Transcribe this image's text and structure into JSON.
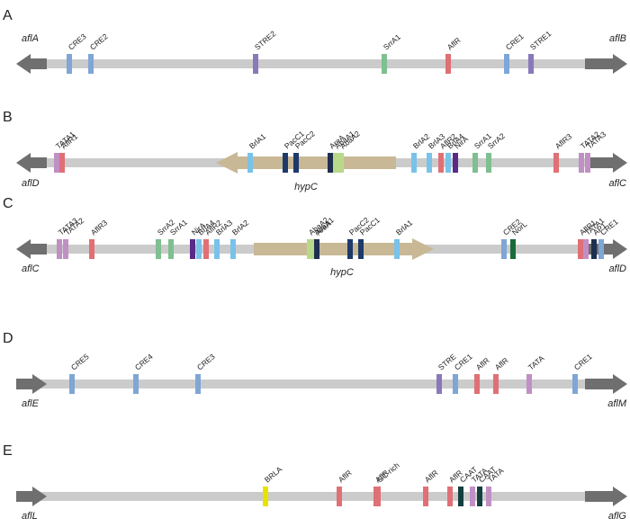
{
  "colors": {
    "line": "#cbcbcb",
    "gene_arrow": "#6f6f6f",
    "hyp_arrow": "#c8b896",
    "CRE": "#7fa6d6",
    "STRE": "#8a79b8",
    "SrrA": "#7fbf90",
    "AflR": "#e07076",
    "TATA": "#c090c4",
    "BrlA": "#79c2ea",
    "PacC": "#1d3a6b",
    "AreA": "#1f2f50",
    "AbaA": "#b9d98a",
    "NirA": "#5b2a86",
    "NorL": "#1a6b3a",
    "CAAT": "#153f3f",
    "BRLA": "#e8e200",
    "GC": "#e07076"
  },
  "panels": [
    {
      "letter": "A",
      "left_gene": "aflA",
      "left_dir": "left",
      "left_label_pos": "top",
      "right_gene": "aflB",
      "right_dir": "right",
      "right_label_pos": "top",
      "hyp": null,
      "elements": [
        {
          "label": "CRE3",
          "type": "CRE"
        },
        {
          "label": "CRE2",
          "type": "CRE"
        },
        {
          "label": "STRE2",
          "type": "STRE"
        },
        {
          "label": "SrrA1",
          "type": "SrrA"
        },
        {
          "label": "AflR",
          "type": "AflR"
        },
        {
          "label": "CRE1",
          "type": "CRE"
        },
        {
          "label": "STRE1",
          "type": "STRE"
        }
      ]
    },
    {
      "letter": "B",
      "left_gene": "aflD",
      "left_dir": "left",
      "left_label_pos": "bottom",
      "right_gene": "aflC",
      "right_dir": "right",
      "right_label_pos": "bottom",
      "hyp": {
        "label": "hypC",
        "dir": "left"
      },
      "elements": [
        {
          "label": "TATA1",
          "type": "TATA"
        },
        {
          "label": "AflR1",
          "type": "AflR"
        },
        {
          "label": "BrlA1",
          "type": "BrlA"
        },
        {
          "label": "PacC1",
          "type": "PacC"
        },
        {
          "label": "PacC2",
          "type": "PacC"
        },
        {
          "label": "AreA",
          "type": "AreA"
        },
        {
          "label": "AbaA1",
          "type": "AbaA"
        },
        {
          "label": "AbaA2",
          "type": "AbaA"
        },
        {
          "label": "BrlA2",
          "type": "BrlA"
        },
        {
          "label": "BrlA3",
          "type": "BrlA"
        },
        {
          "label": "AflR2",
          "type": "AflR"
        },
        {
          "label": "BrlA4",
          "type": "BrlA"
        },
        {
          "label": "NirA",
          "type": "NirA"
        },
        {
          "label": "SrrA1",
          "type": "SrrA"
        },
        {
          "label": "SrrA2",
          "type": "SrrA"
        },
        {
          "label": "AflR3",
          "type": "AflR"
        },
        {
          "label": "TATA2",
          "type": "TATA"
        },
        {
          "label": "TATA3",
          "type": "TATA"
        }
      ]
    },
    {
      "letter": "C",
      "left_gene": "aflC",
      "left_dir": "left",
      "left_label_pos": "bottom",
      "right_gene": "aflD",
      "right_dir": "right",
      "right_label_pos": "bottom",
      "hyp": {
        "label": "hypC",
        "dir": "right"
      },
      "elements": [
        {
          "label": "TATA3",
          "type": "TATA"
        },
        {
          "label": "TATA2",
          "type": "TATA"
        },
        {
          "label": "AflR3",
          "type": "AflR"
        },
        {
          "label": "SrrA2",
          "type": "SrrA"
        },
        {
          "label": "SrrA1",
          "type": "SrrA"
        },
        {
          "label": "NirA",
          "type": "NirA"
        },
        {
          "label": "BrlA4",
          "type": "BrlA"
        },
        {
          "label": "AflR2",
          "type": "AflR"
        },
        {
          "label": "BrlA3",
          "type": "BrlA"
        },
        {
          "label": "BrlA2",
          "type": "BrlA"
        },
        {
          "label": "AbaA2",
          "type": "AbaA"
        },
        {
          "label": "AbaA1",
          "type": "AbaA"
        },
        {
          "label": "AreA",
          "type": "AreA"
        },
        {
          "label": "PacC2",
          "type": "PacC"
        },
        {
          "label": "PacC1",
          "type": "PacC"
        },
        {
          "label": "BrlA1",
          "type": "BrlA"
        },
        {
          "label": "CRE2",
          "type": "CRE"
        },
        {
          "label": "NorL",
          "type": "NorL"
        },
        {
          "label": "AflR1",
          "type": "AflR"
        },
        {
          "label": "TATA1",
          "type": "TATA"
        },
        {
          "label": "AP1",
          "type": "AreA"
        },
        {
          "label": "CRE1",
          "type": "CRE"
        }
      ]
    },
    {
      "letter": "D",
      "left_gene": "aflE",
      "left_dir": "right",
      "left_label_pos": "bottom",
      "right_gene": "aflM",
      "right_dir": "right",
      "right_label_pos": "bottom",
      "hyp": null,
      "elements": [
        {
          "label": "CRE5",
          "type": "CRE"
        },
        {
          "label": "CRE4",
          "type": "CRE"
        },
        {
          "label": "CRE3",
          "type": "CRE"
        },
        {
          "label": "STRE",
          "type": "STRE"
        },
        {
          "label": "CRE1",
          "type": "CRE"
        },
        {
          "label": "AflR",
          "type": "AflR"
        },
        {
          "label": "AflR",
          "type": "AflR"
        },
        {
          "label": "TATA",
          "type": "TATA"
        },
        {
          "label": "CRE1",
          "type": "CRE"
        }
      ]
    },
    {
      "letter": "E",
      "left_gene": "aflL",
      "left_dir": "right",
      "left_label_pos": "bottom",
      "right_gene": "aflG",
      "right_dir": "right",
      "right_label_pos": "bottom",
      "hyp": null,
      "elements": [
        {
          "label": "BRLA",
          "type": "BRLA"
        },
        {
          "label": "AflR",
          "type": "AflR"
        },
        {
          "label": "AflR",
          "type": "AflR"
        },
        {
          "label": "GC-rich",
          "type": "GC"
        },
        {
          "label": "AflR",
          "type": "AflR"
        },
        {
          "label": "AflR",
          "type": "AflR"
        },
        {
          "label": "CAAT",
          "type": "CAAT"
        },
        {
          "label": "TATA",
          "type": "TATA"
        },
        {
          "label": "CAAT",
          "type": "CAAT"
        },
        {
          "label": "TATA",
          "type": "TATA"
        }
      ]
    }
  ]
}
